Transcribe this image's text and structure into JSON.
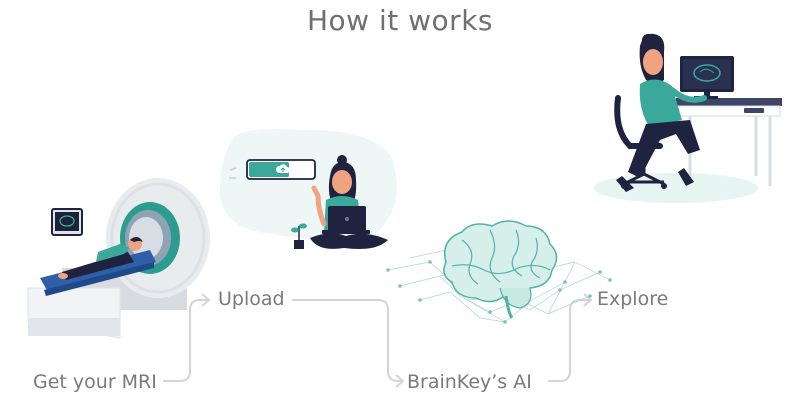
{
  "title": "How it works",
  "steps": [
    {
      "label": "Get your MRI",
      "illustration": "mri-scanner-illustration"
    },
    {
      "label": "Upload",
      "illustration": "upload-laptop-illustration"
    },
    {
      "label": "BrainKey’s AI",
      "illustration": "ai-brain-network-illustration"
    },
    {
      "label": "Explore",
      "illustration": "explore-desk-illustration"
    }
  ],
  "colors": {
    "title": "#6f6f6f",
    "label": "#7a7a7a",
    "connector": "#d4d4d4",
    "teal": "#3aa89a",
    "navy": "#1f2340",
    "mri_body": "#e9ecef",
    "bed_blue": "#2f5fa8"
  }
}
